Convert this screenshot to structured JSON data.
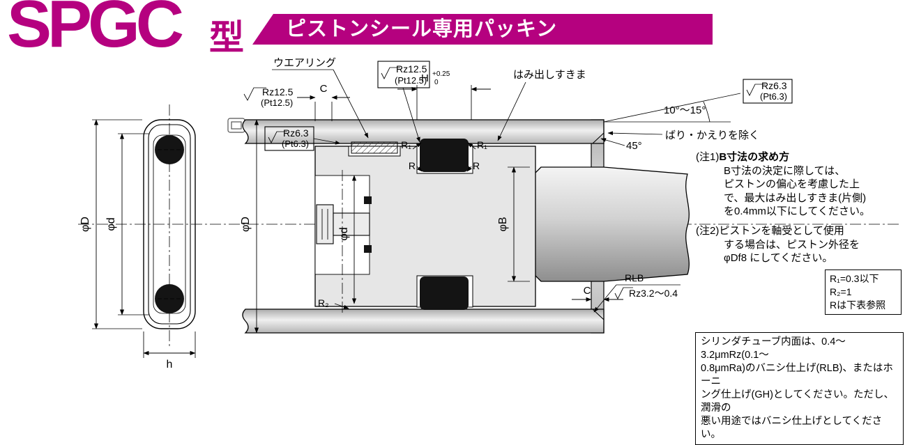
{
  "header": {
    "model": "SPGC",
    "suffix": "型",
    "banner": "ピストンシール専用パッキン"
  },
  "callouts": {
    "wear_ring": "ウエアリング",
    "rz12_5": "Rz12.5",
    "pt12_5": "(Pt12.5)",
    "rz6_3": "Rz6.3",
    "pt6_3": "(Pt6.3)",
    "dim_H": "H",
    "tol_plus": "+0.25",
    "tol_zero": "0",
    "extrusion_gap": "はみ出しすきま",
    "taper_angle": "10°～15°",
    "deburr": "ばり・かえりを除く",
    "chamfer_45": "45°",
    "dim_C": "C",
    "r1": "R₁",
    "r": "R",
    "r2": "R₂",
    "phi_D": "φD",
    "phi_d": "φd",
    "phi_B": "φB",
    "dim_h": "h",
    "rlb": "RLB",
    "rlb_roughness": "Rz3.2～0.4"
  },
  "notes": {
    "note1_label": "(注1)",
    "note1_title": "B寸法の求め方",
    "note1_lines": [
      "B寸法の決定に際しては、",
      "ピストンの偏心を考慮した上",
      "で、最大はみ出しすきま(片側)",
      "を0.4mm以下にしてください。"
    ],
    "note2_label": "(注2)",
    "note2_lines": [
      "ピストンを軸受として使用",
      "する場合は、ピストン外径を",
      "φDf8 にしてください。"
    ],
    "r_box_lines": [
      "R₁=0.3以下",
      "R₂=1",
      "Rは下表参照"
    ],
    "cylinder_box_lines": [
      "シリンダチューブ内面は、0.4～3.2μmRz(0.1～",
      "0.8μmRa)のバニシ仕上げ(RLB)、またはホーニ",
      "ング仕上げ(GH)としてください。ただし、潤滑の",
      "悪い用途ではバニシ仕上げとしてください。"
    ]
  },
  "colors": {
    "brand_magenta": "#b5017f"
  }
}
